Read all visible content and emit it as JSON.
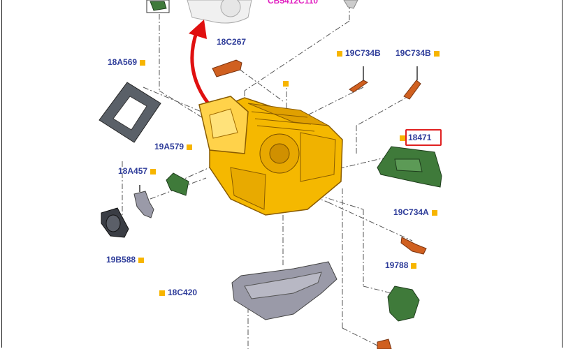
{
  "diagram": {
    "top_code": "CB5412C110",
    "labels": {
      "l18C267": "18C267",
      "l19C734B_a": "19C734B",
      "l19C734B_b": "19C734B",
      "l18A569": "18A569",
      "l18471": "18471",
      "l19A579": "19A579",
      "l18A457": "18A457",
      "l19C734A": "19C734A",
      "l19B588": "19B588",
      "l19788": "19788",
      "l18C420": "18C420"
    },
    "colors": {
      "label_text": "#2f3d9a",
      "marker": "#f7b500",
      "highlight": "#e02020",
      "arrow": "#e01010",
      "housing": "#f5b800",
      "green_part": "#3f7a3a",
      "grey_part": "#9a9aa8",
      "orange_part": "#d06020"
    }
  }
}
